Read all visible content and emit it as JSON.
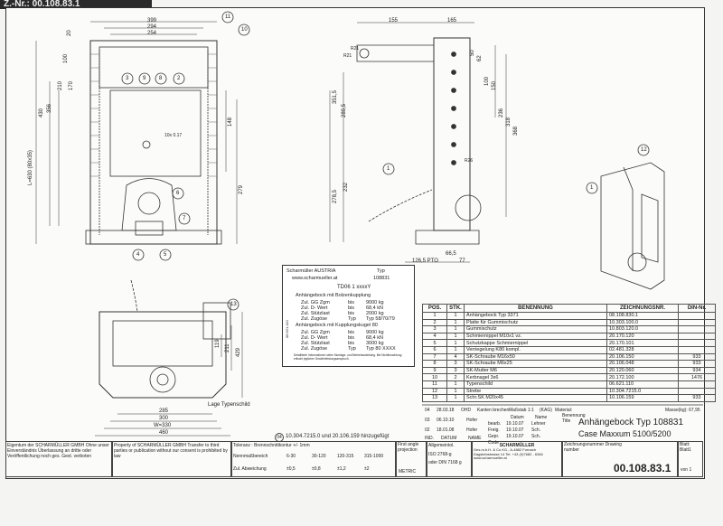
{
  "header": {
    "drawing_number_top": "Z.-Nr.: 00.108.83.1"
  },
  "front_view": {
    "dims_top": [
      "399",
      "294",
      "254"
    ],
    "dims_left": [
      "20",
      "100",
      "170",
      "210",
      "356",
      "430",
      "L=630 (80x35)"
    ],
    "dims_right": [
      "148",
      "279"
    ],
    "hole_label": "10x 0.17",
    "callouts": [
      "3",
      "9",
      "8",
      "2",
      "11",
      "10",
      "6",
      "7",
      "4",
      "5"
    ]
  },
  "side_view": {
    "dims_top": [
      "155",
      "165"
    ],
    "radius_labels": [
      "R21",
      "R21"
    ],
    "dims_right": [
      "50",
      "62",
      "100",
      "150",
      "236",
      "318",
      "368",
      "R26"
    ],
    "dims_left": [
      "351,5",
      "289,5",
      "278,5",
      "232"
    ],
    "dims_bottom": [
      "66,5",
      "126,5 PTO",
      "77"
    ],
    "callout": "1"
  },
  "iso_view": {
    "callouts": [
      "12",
      "1"
    ]
  },
  "rear_view": {
    "dims_right": [
      "119",
      "211",
      "429"
    ],
    "dims_bottom": [
      "285",
      "300",
      "W=330",
      "460"
    ],
    "callout": "13",
    "note": "Lage Typenschild"
  },
  "type_plate": {
    "brand": "Scharmüller AUSTRIA",
    "web": "www.scharmueller.at",
    "typ_label": "Typ",
    "typ_value": "108831",
    "model": "TD06 1 xxxxY",
    "section1": "Anhängebock mit Bolzenkupplung",
    "section2": "Anhängebock mit Kupplungskugel 80",
    "rows1": [
      [
        "Zul. GG Zgm",
        "bis",
        "9000 kg"
      ],
      [
        "Zul. D- Wert",
        "bis",
        "68,4 kN"
      ],
      [
        "Zul. Stützlast",
        "bis",
        "2000 kg"
      ],
      [
        "Zul. Zugöse",
        "Typ",
        "Typ 58/70/79"
      ]
    ],
    "rows2": [
      [
        "Zul. GG Zgm",
        "bis",
        "9000 kg"
      ],
      [
        "Zul. D- Wert",
        "bis",
        "68,4 kN"
      ],
      [
        "Zul. Stützlast",
        "bis",
        "3000 kg"
      ],
      [
        "Zul. Zugöse",
        "Typ",
        "Typ 80 XXXX"
      ]
    ],
    "side_code": "06.621.110",
    "footer": "Detaillierte Informationen siehe Montage- und Betriebsanleitung. Bei Nichtbeachtung erlischt jeglicher Gewährleistungsanspruch."
  },
  "bom": {
    "headers": [
      "POS.",
      "STK.",
      "BENENNUNG",
      "ZEICHNUNGSNR.",
      "DIN-Nr."
    ],
    "rows": [
      [
        "1",
        "1",
        "Anhängebock Typ 3371",
        "08.108.830.1",
        ""
      ],
      [
        "2",
        "1",
        "Platte für Gummischutz",
        "10.303.100.0",
        ""
      ],
      [
        "3",
        "1",
        "Gummischutz",
        "10.803.120.0",
        ""
      ],
      [
        "4",
        "1",
        "Schmiernippel M10x1 vz.",
        "20.170.120",
        ""
      ],
      [
        "5",
        "1",
        "Schutzkappe Schmiernippel",
        "20.170.101",
        ""
      ],
      [
        "6",
        "1",
        "Verriegelung K80 kompl.",
        "02.481.328",
        ""
      ],
      [
        "7",
        "4",
        "SK-Schraube M16x50",
        "20.106.150",
        "933"
      ],
      [
        "8",
        "3",
        "SK-Schraube M6x25",
        "20.106.048",
        "933"
      ],
      [
        "9",
        "3",
        "SK-Mutter M6",
        "20.120.060",
        "934"
      ],
      [
        "10",
        "2",
        "Kerbnagel 3x6",
        "20.172.100",
        "1476"
      ],
      [
        "11",
        "1",
        "Typenschild",
        "06.621.110",
        ""
      ],
      [
        "12",
        "1",
        "Strebe",
        "10.304.7215.0",
        ""
      ],
      [
        "13",
        "1",
        "Schr.SK M20x45",
        "10.106.159",
        "933"
      ]
    ]
  },
  "revisions": {
    "rows": [
      [
        "04",
        "28.03.18",
        "OHD",
        "Kanten brechen",
        "Maßstab",
        "1:1",
        "(KAG)",
        "Material:"
      ],
      [
        "03",
        "06.10.10",
        "Hofer"
      ],
      [
        "02",
        "18.01.08",
        "Hofer"
      ],
      [
        "IND.",
        "DATUM",
        "NAME"
      ]
    ],
    "note": "10.304.7215.0 und 20.106.159 hinzugefügt",
    "note_index": "04"
  },
  "approvals": {
    "headers": [
      "Datum",
      "Name"
    ],
    "rows": [
      [
        "bearb.",
        "19.10.07",
        "Lehner"
      ],
      [
        "Freig.",
        "19.10.07",
        "Sch."
      ],
      [
        "Gepr.",
        "19.10.07",
        "Sch."
      ]
    ],
    "code_label": "Code",
    "benennung_label": "Benennung Title"
  },
  "title": {
    "line1": "Anhängebock Typ 108831",
    "line2": "Case Maxxum 5100/5200",
    "mass": "Masse(kg): 67,95",
    "drawing_number": "00.108.83.1",
    "zeichnungsnummer_label": "Zeichnungsnummer Drawing number",
    "sheet_label": "Blatt: Blatt1",
    "sheet_of": "von 1"
  },
  "company": {
    "name": "SCHARMÜLLER",
    "address": "Ges.m.b.H. & Co KG., A-4882 Fornach Dagsteinstrasse 14 Tel. +43 (0)7682 - 6346 www.scharmueller.at"
  },
  "general_tolerance": {
    "label": "Allgemeintol.",
    "iso": "ISO 2768-g",
    "din": "oder DIN 7168 g",
    "first_angle": "First angle projection",
    "metric": "METRIC"
  },
  "tolerance_table": {
    "title": "Toleranz : Brennschnittkontur +/- 1mm",
    "row1_label": "Nennmaßbereich",
    "row2_label": "Zul. Abweichung",
    "ranges": [
      "6-30",
      "30-120",
      "120-315",
      "315-1000"
    ],
    "deviations": [
      "±0,5",
      "±0,8",
      "±1,2",
      "±2"
    ]
  },
  "ownership": {
    "de": "Eigentum der SCHARMÜLLER GMBH Ohne unser Einverständnis Überlassung an dritte oder Veröffentlichung noch ges. Gest. verboten",
    "en": "Property of SCHARMÜLLER GMBH Transfer to third parties or publication without our consent is prohibited by law"
  }
}
